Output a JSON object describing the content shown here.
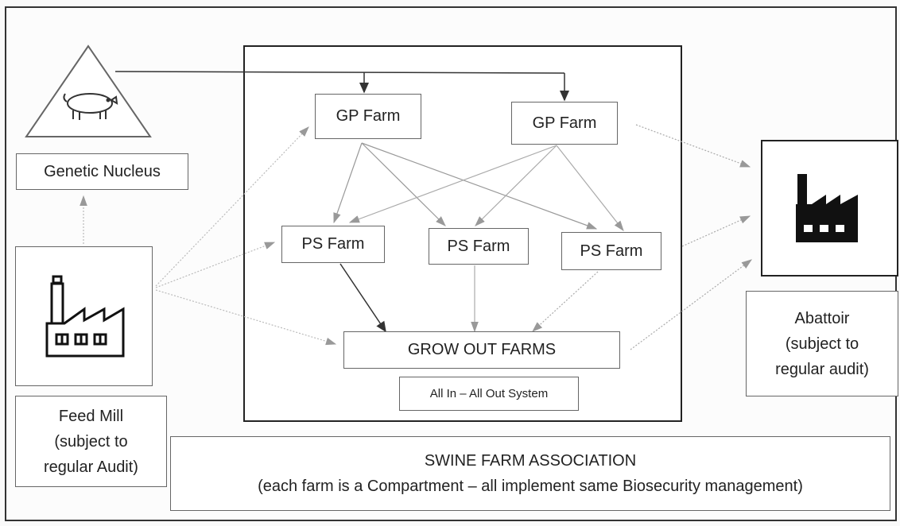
{
  "nodes": {
    "genetic_nucleus": "Genetic Nucleus",
    "gp_farm_1": "GP Farm",
    "gp_farm_2": "GP Farm",
    "ps_farm_1": "PS Farm",
    "ps_farm_2": "PS Farm",
    "ps_farm_3": "PS Farm",
    "grow_out": "GROW OUT FARMS",
    "all_in_all_out": "All In – All Out System",
    "feed_mill_line1": "Feed Mill",
    "feed_mill_line2": "(subject to",
    "feed_mill_line3": "regular Audit)",
    "abattoir_line1": "Abattoir",
    "abattoir_line2": "(subject to",
    "abattoir_line3": "regular audit)",
    "association_line1": "SWINE FARM ASSOCIATION",
    "association_line2": "(each farm is a Compartment – all implement same Biosecurity management)"
  },
  "icons": {
    "pig": "pig-icon",
    "factory_feed_mill": "factory-icon",
    "factory_abattoir": "factory-icon"
  },
  "colors": {
    "dark_arrow": "#333333",
    "light_arrow": "#aaaaaa",
    "icon": "#111111"
  }
}
